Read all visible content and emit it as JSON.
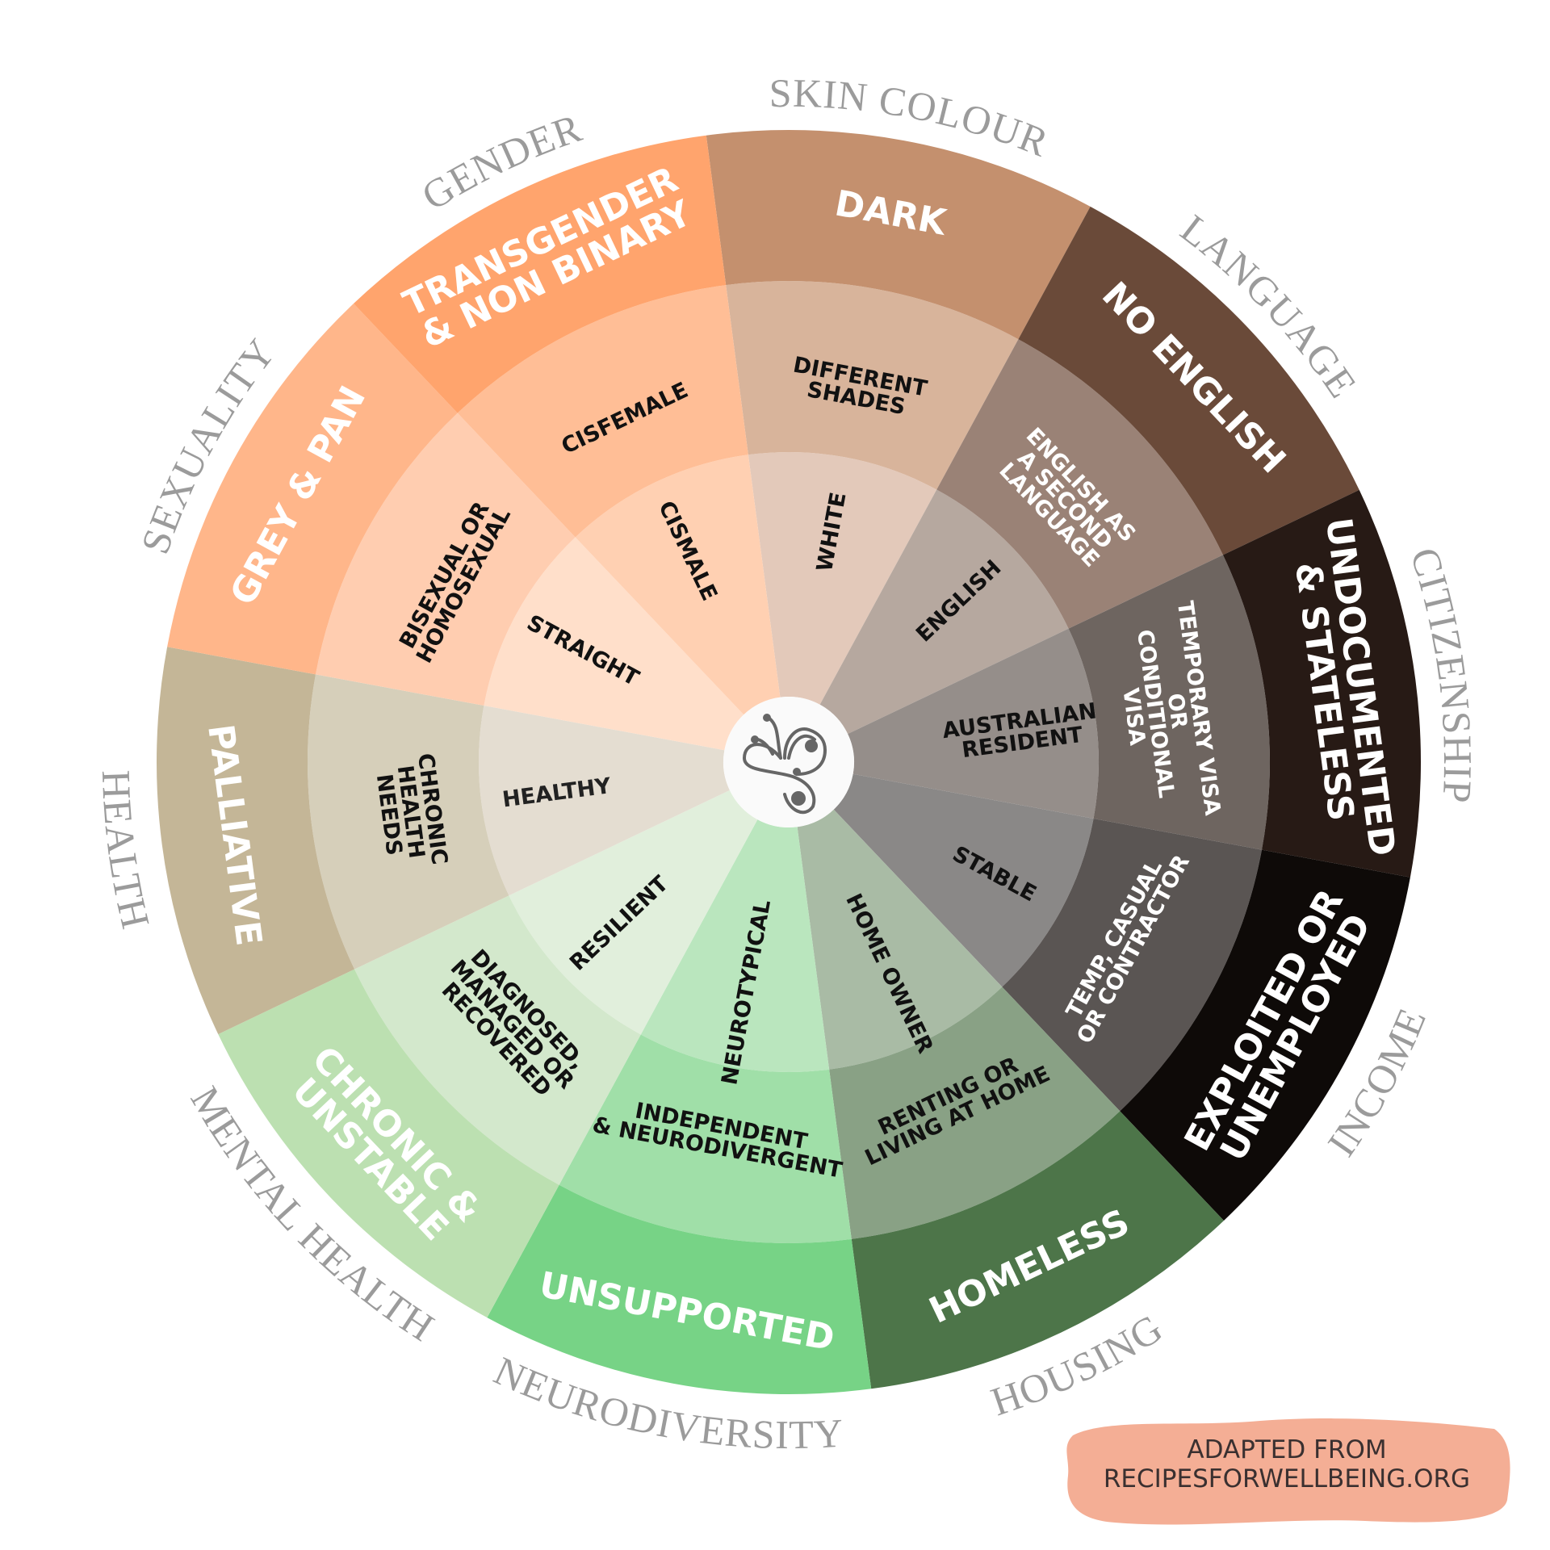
{
  "center_logo": "butterfly-icon",
  "segments": [
    {
      "category": "SKIN COLOUR",
      "outer": {
        "lines": [
          "DARK"
        ],
        "color": "#C4906E",
        "text_color": "#FFFFFF"
      },
      "middle": {
        "lines": [
          "DIFFERENT",
          "SHADES"
        ],
        "color": "#D8B49B",
        "text_color": "#111111"
      },
      "inner": {
        "lines": [
          "WHITE"
        ],
        "color": "#E3C9BA",
        "text_color": "#111111"
      }
    },
    {
      "category": "LANGUAGE",
      "outer": {
        "lines": [
          "NO ENGLISH"
        ],
        "color": "#6A4A39",
        "text_color": "#FFFFFF"
      },
      "middle": {
        "lines": [
          "ENGLISH AS",
          "A SECOND",
          "LANGUAGE"
        ],
        "color": "#9A8276",
        "text_color": "#FFFFFF"
      },
      "inner": {
        "lines": [
          "ENGLISH"
        ],
        "color": "#B6A89F",
        "text_color": "#111111"
      }
    },
    {
      "category": "CITIZENSHIP",
      "outer": {
        "lines": [
          "UNDOCUMENTED",
          "& STATELESS"
        ],
        "color": "#271A15",
        "text_color": "#FFFFFF"
      },
      "middle": {
        "lines": [
          "TEMPORARY VISA",
          "OR",
          "CONDITIONAL",
          "VISA"
        ],
        "color": "#6E6560",
        "text_color": "#FFFFFF"
      },
      "inner": {
        "lines": [
          "AUSTRALIAN",
          "RESIDENT"
        ],
        "color": "#958E8A",
        "text_color": "#111111"
      }
    },
    {
      "category": "INCOME",
      "outer": {
        "lines": [
          "EXPLOITED OR",
          "UNEMPLOYED"
        ],
        "color": "#0E0A08",
        "text_color": "#FFFFFF"
      },
      "middle": {
        "lines": [
          "TEMP, CASUAL",
          "OR CONTRACTOR"
        ],
        "color": "#5A5553",
        "text_color": "#FFFFFF"
      },
      "inner": {
        "lines": [
          "STABLE"
        ],
        "color": "#8A8887",
        "text_color": "#111111"
      }
    },
    {
      "category": "HOUSING",
      "outer": {
        "lines": [
          "HOMELESS"
        ],
        "color": "#4D7549",
        "text_color": "#FFFFFF"
      },
      "middle": {
        "lines": [
          "RENTING OR",
          "LIVING AT HOME"
        ],
        "color": "#89A185",
        "text_color": "#111111"
      },
      "inner": {
        "lines": [
          "HOME OWNER"
        ],
        "color": "#A9BBA5",
        "text_color": "#111111"
      }
    },
    {
      "category": "NEURODIVERSITY",
      "outer": {
        "lines": [
          "UNSUPPORTED"
        ],
        "color": "#77D386",
        "text_color": "#FFFFFF"
      },
      "middle": {
        "lines": [
          "INDEPENDENT",
          "& NEURODIVERGENT"
        ],
        "color": "#A0DFA8",
        "text_color": "#111111"
      },
      "inner": {
        "lines": [
          "NEUROTYPICAL"
        ],
        "color": "#BAE6BE",
        "text_color": "#111111"
      }
    },
    {
      "category": "MENTAL HEALTH",
      "outer": {
        "lines": [
          "CHRONIC &",
          "UNSTABLE"
        ],
        "color": "#BCE0B1",
        "text_color": "#FFFFFF"
      },
      "middle": {
        "lines": [
          "DIAGNOSED,",
          "MANAGED OR",
          "RECOVERED"
        ],
        "color": "#D3E8CC",
        "text_color": "#111111"
      },
      "inner": {
        "lines": [
          "RESILIENT"
        ],
        "color": "#E1EFDC",
        "text_color": "#111111"
      }
    },
    {
      "category": "HEALTH",
      "outer": {
        "lines": [
          "PALLIATIVE"
        ],
        "color": "#C4B697",
        "text_color": "#FFFFFF"
      },
      "middle": {
        "lines": [
          "CHRONIC",
          "HEALTH",
          "NEEDS"
        ],
        "color": "#D6CFBA",
        "text_color": "#111111"
      },
      "inner": {
        "lines": [
          "HEALTHY"
        ],
        "color": "#E4DDD1",
        "text_color": "#222222"
      }
    },
    {
      "category": "SEXUALITY",
      "outer": {
        "lines": [
          "GREY & PAN"
        ],
        "color": "#FFB68A",
        "text_color": "#FFFFFF"
      },
      "middle": {
        "lines": [
          "BISEXUAL OR",
          "HOMOSEXUAL"
        ],
        "color": "#FFCDB0",
        "text_color": "#111111"
      },
      "inner": {
        "lines": [
          "STRAIGHT"
        ],
        "color": "#FFDFCA",
        "text_color": "#111111"
      }
    },
    {
      "category": "GENDER",
      "outer": {
        "lines": [
          "TRANSGENDER",
          "& NON BINARY"
        ],
        "color": "#FFA46D",
        "text_color": "#FFFFFF"
      },
      "middle": {
        "lines": [
          "CISFEMALE"
        ],
        "color": "#FFBE96",
        "text_color": "#111111"
      },
      "inner": {
        "lines": [
          "CISMALE"
        ],
        "color": "#FFD0B2",
        "text_color": "#111111"
      }
    }
  ],
  "credit": {
    "line1": "ADAPTED FROM",
    "line2": "RECIPESFORWELLBEING.ORG",
    "badge_color": "#F3A58A"
  }
}
